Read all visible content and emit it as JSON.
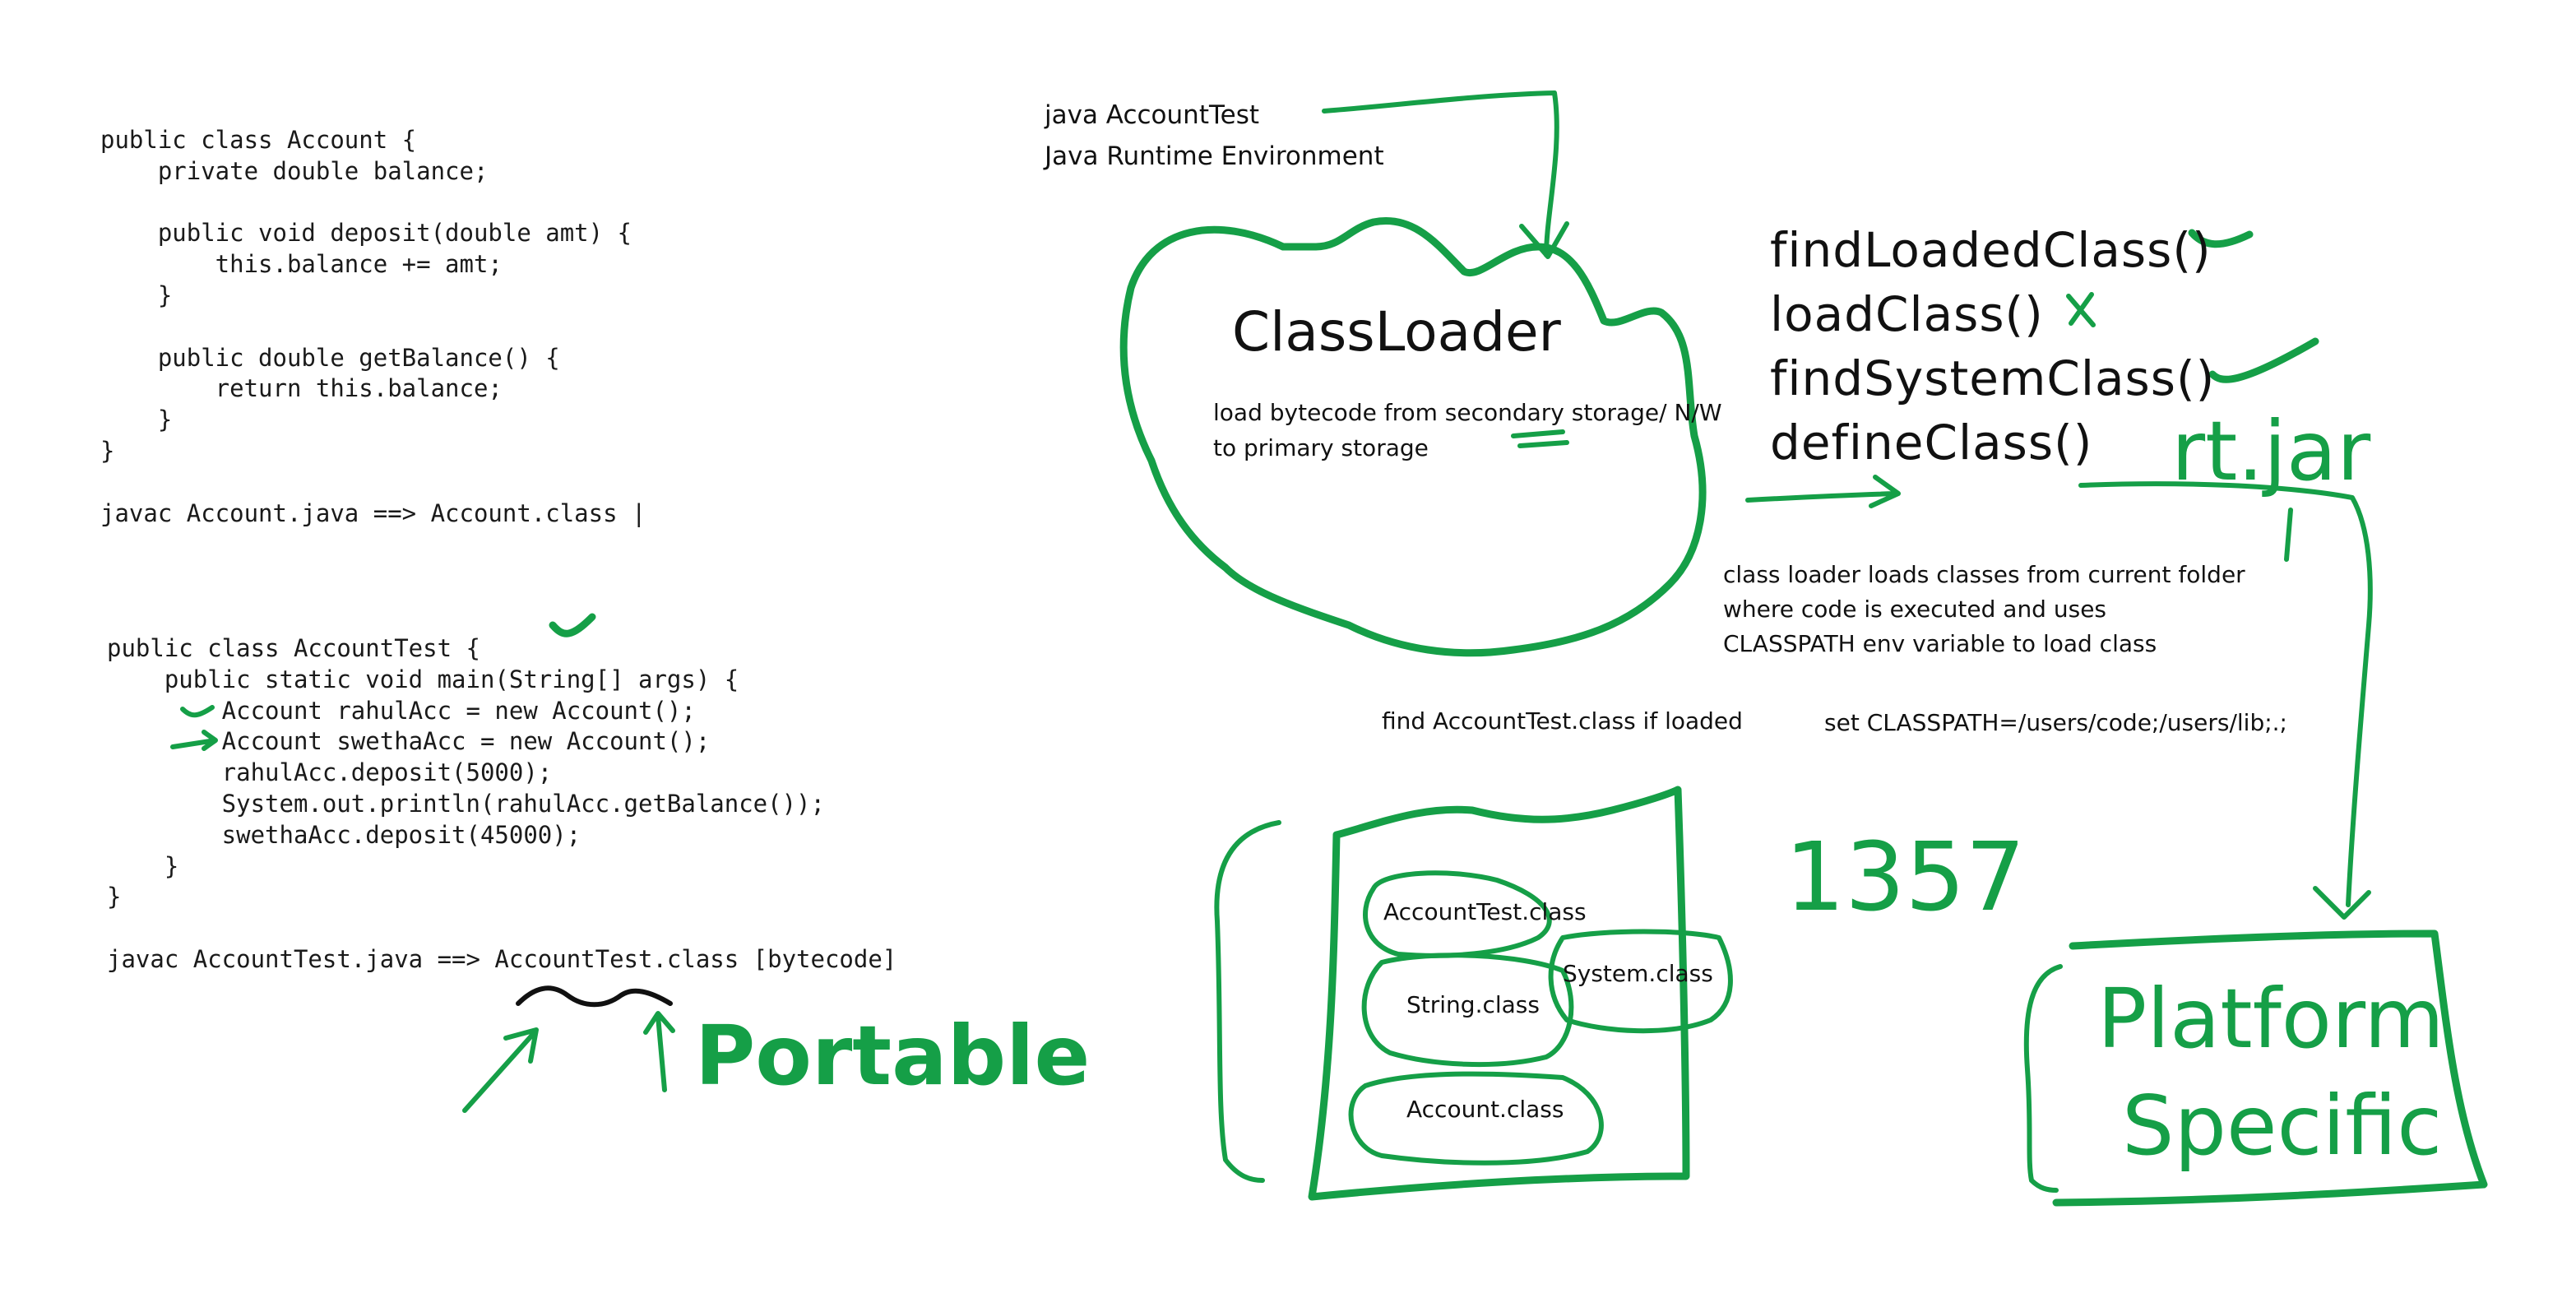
{
  "code_account": {
    "lines": [
      "public class Account {",
      "    private double balance;",
      "",
      "    public void deposit(double amt) {",
      "        this.balance += amt;",
      "    }",
      "",
      "    public double getBalance() {",
      "        return this.balance;",
      "    }",
      "}",
      "",
      "javac Account.java ==> Account.class |"
    ]
  },
  "code_account_test": {
    "lines": [
      "public class AccountTest {",
      "    public static void main(String[] args) {",
      "        Account rahulAcc = new Account();",
      "        Account swethaAcc = new Account();",
      "        rahulAcc.deposit(5000);",
      "        System.out.println(rahulAcc.getBalance());",
      "        swethaAcc.deposit(45000);",
      "    }",
      "}",
      "",
      "javac AccountTest.java ==> AccountTest.class [bytecode]"
    ]
  },
  "annotations": {
    "portable": "Portable",
    "number": "1357",
    "rt_jar": "rt.jar",
    "platform_specific_1": "Platform",
    "platform_specific_2": "Specific"
  },
  "runtime": {
    "command": "java AccountTest",
    "jre": "Java Runtime Environment"
  },
  "classloader": {
    "title": "ClassLoader",
    "description_1": "load bytecode from secondary storage/ N/W",
    "description_2": "to primary storage"
  },
  "methods": [
    "findLoadedClass()",
    "loadClass()",
    "findSystemClass()",
    "defineClass()"
  ],
  "notes": {
    "loader_text": "class loader loads classes from current folder\nwhere code is executed and uses\nCLASSPATH env variable to load class",
    "find_loaded": "find AccountTest.class if loaded",
    "classpath": "set CLASSPATH=/users/code;/users/lib;.;"
  },
  "memory_classes": [
    "AccountTest.class",
    "System.class",
    "String.class",
    "Account.class"
  ],
  "ink_color": "#159f47"
}
